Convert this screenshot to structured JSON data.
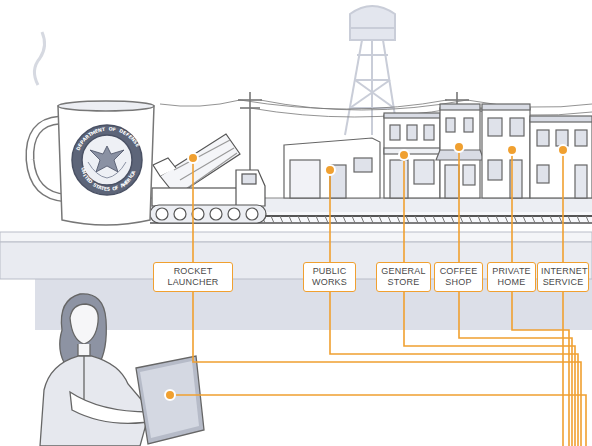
{
  "diagram": {
    "nodes": [
      {
        "text": [
          "ROCKET LAUNCHER"
        ]
      },
      {
        "text": [
          "PUBLIC WORKS"
        ]
      },
      {
        "text": [
          "GENERAL STORE"
        ]
      },
      {
        "text": [
          "COFFEE SHOP"
        ]
      },
      {
        "text": [
          "PRIVATE HOME"
        ]
      },
      {
        "text": [
          "INTERNET SERVICE"
        ]
      }
    ],
    "labels": [
      "DEPARTMENT OF DEFENSE",
      "UNITED STATES OF AMERICA"
    ]
  }
}
